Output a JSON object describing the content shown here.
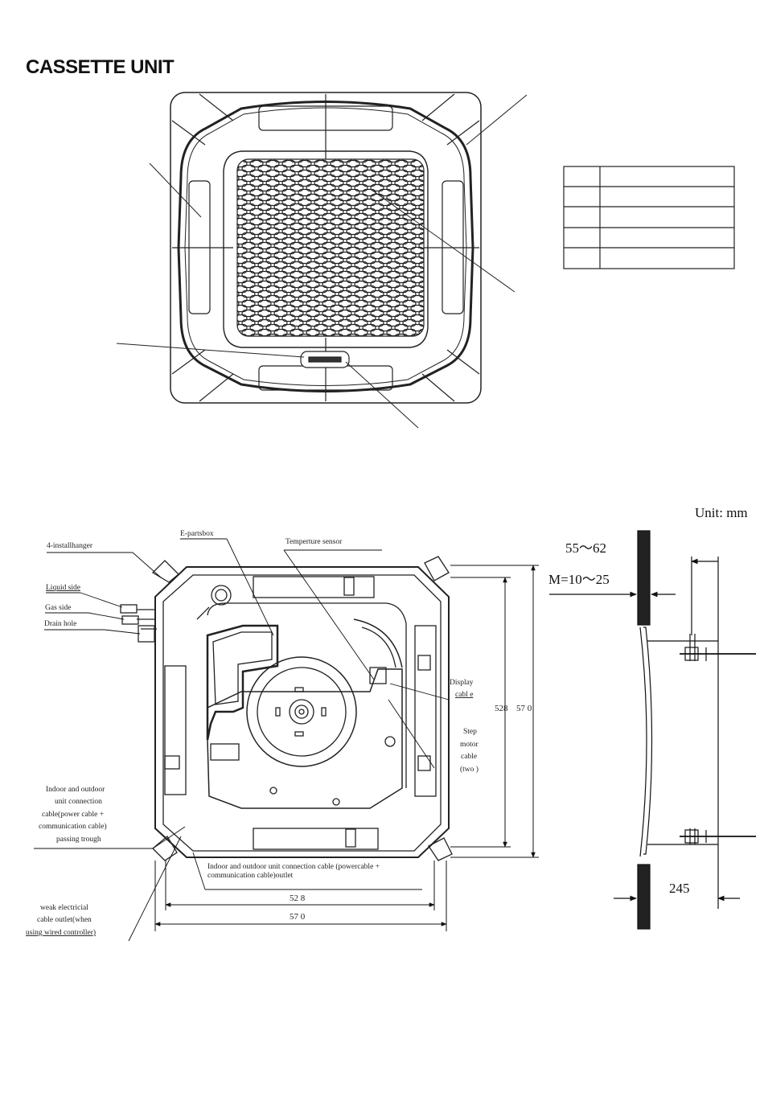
{
  "page_title": "CASSETTE UNIT",
  "unit_label": "Unit:   mm",
  "legend_table": {
    "rows": 5,
    "cols": 2
  },
  "bottom_labels": {
    "installhanger": "4-installhanger",
    "liquid_side": "Liquid side",
    "gas_side": "Gas side",
    "drain_hole": "Drain hole",
    "e_partsbox": "E-partsbox",
    "temp_sensor": "Temperture sensor",
    "display_cable_1": "Display",
    "display_cable_2": "cabl e",
    "step_motor_1": "Step",
    "step_motor_2": "motor",
    "step_motor_3": "cable",
    "step_motor_4": "(two )",
    "conn_trough_1": "Indoor and outdoor",
    "conn_trough_2": "unit connection",
    "conn_trough_3": "cable(power cable +",
    "conn_trough_4": "communication cable)",
    "conn_trough_5": "passing trough",
    "conn_outlet_1": "Indoor and outdoor unit  connection cable (powercable +",
    "conn_outlet_2": "communication cable)outlet",
    "weak_1": "weak electricial",
    "weak_2": "cable outlet(when",
    "weak_3": "using wired controller)"
  },
  "dimensions": {
    "inner_width": "52 8",
    "outer_width": "57 0",
    "inner_height": "528",
    "outer_height": "57 0",
    "gap": "55～62",
    "m_range": "M=10～25",
    "depth": "245"
  }
}
